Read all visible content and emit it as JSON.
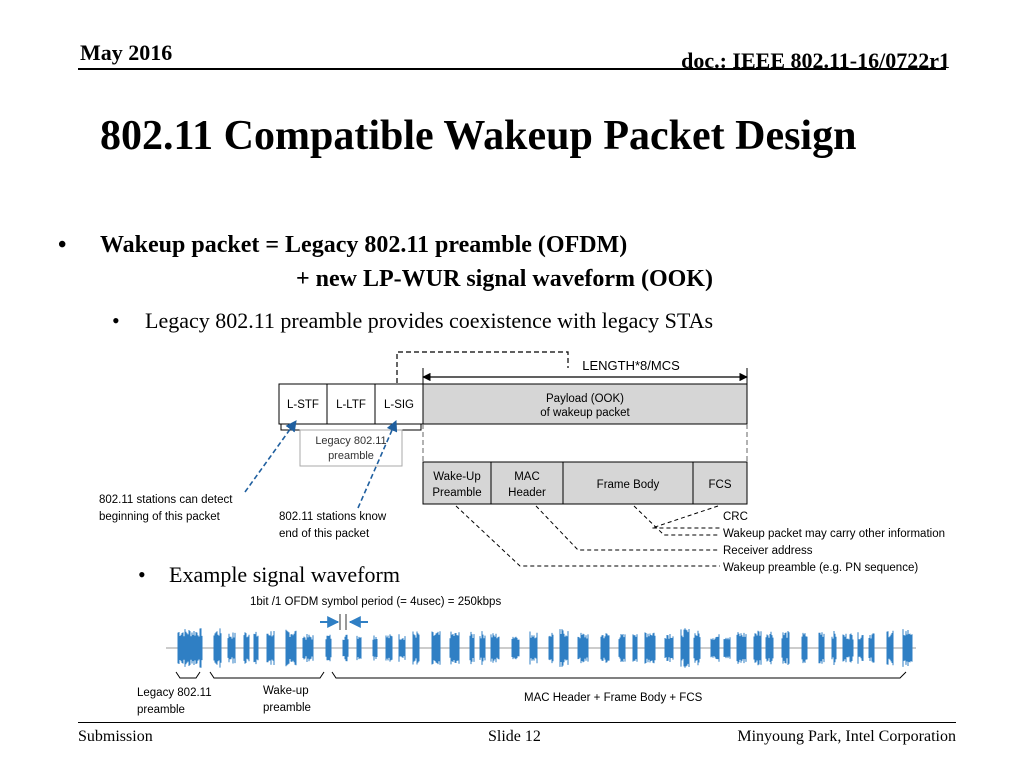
{
  "header": {
    "date": "May 2016",
    "doc": "doc.: IEEE 802.11-16/0722r1"
  },
  "title": "802.11 Compatible Wakeup Packet Design",
  "bullets": {
    "main_line1": "Wakeup packet = Legacy 802.11 preamble (OFDM)",
    "main_line2": "+ new LP-WUR signal waveform (OOK)",
    "sub1": "Legacy 802.11 preamble provides coexistence with legacy STAs",
    "sub2": "Example signal waveform",
    "bullet_char": "•"
  },
  "packet_diagram": {
    "length_label": "LENGTH*8/MCS",
    "fields": {
      "lstf": "L-STF",
      "lltf": "L-LTF",
      "lsig": "L-SIG"
    },
    "payload_line1": "Payload (OOK)",
    "payload_line2": "of wakeup packet",
    "legacy_box_line1": "Legacy 802.11",
    "legacy_box_line2": "preamble",
    "sub_fields": {
      "wakeup_preamble_line1": "Wake-Up",
      "wakeup_preamble_line2": "Preamble",
      "mac_header_line1": "MAC",
      "mac_header_line2": "Header",
      "frame_body": "Frame Body",
      "fcs": "FCS"
    },
    "note_detect_line1": "802.11 stations can detect",
    "note_detect_line2": "beginning of this packet",
    "note_end_line1": "802.11 stations know",
    "note_end_line2": "end of this packet",
    "annotations": {
      "crc": "CRC",
      "other_info": "Wakeup packet may carry other information",
      "receiver": "Receiver address",
      "preamble": "Wakeup preamble (e.g. PN sequence)"
    }
  },
  "waveform": {
    "symbol_label": "1bit /1 OFDM symbol period (= 4usec) = 250kbps",
    "legacy_line1": "Legacy 802.11",
    "legacy_line2": "preamble",
    "wakeup_line1": "Wake-up",
    "wakeup_line2": "preamble",
    "mac_label": "MAC Header + Frame Body + FCS",
    "color": "#2f7fc4"
  },
  "footer": {
    "left": "Submission",
    "center": "Slide 12",
    "right": "Minyoung Park, Intel Corporation"
  }
}
